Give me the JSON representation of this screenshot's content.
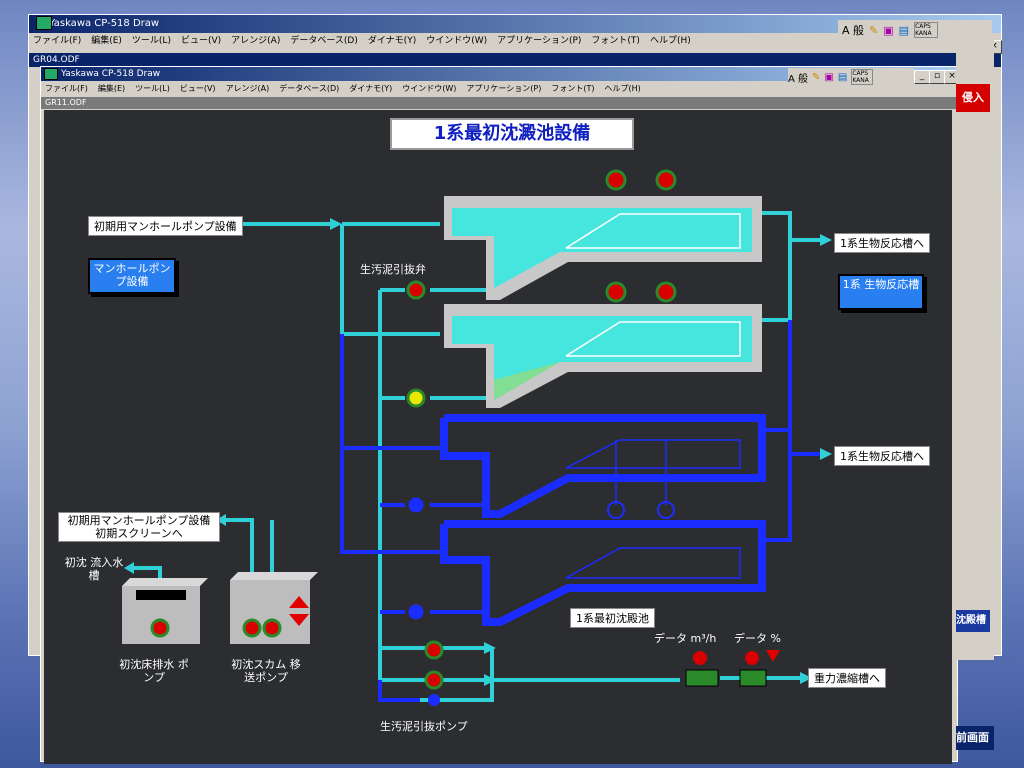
{
  "outer_window": {
    "title": "Yaskawa CP-518 Draw",
    "menu": [
      "ファイル(F)",
      "編集(E)",
      "ツール(L)",
      "ビュー(V)",
      "アレンジ(A)",
      "データベース(D)",
      "ダイナモ(Y)",
      "ウインドウ(W)",
      "アプリケーション(P)",
      "フォント(T)",
      "ヘルプ(H)"
    ],
    "doc_name": "GR04.ODF"
  },
  "inner_window": {
    "title": "Yaskawa CP-518 Draw",
    "menu": [
      "ファイル(F)",
      "編集(E)",
      "ツール(L)",
      "ビュー(V)",
      "アレンジ(A)",
      "データベース(D)",
      "ダイナモ(Y)",
      "ウインドウ(W)",
      "アプリケーション(P)",
      "フォント(T)",
      "ヘルプ(H)"
    ],
    "doc_name": "GR11.ODF"
  },
  "toolbar_text": "A 般",
  "caps_text": "CAPS KANA",
  "screen": {
    "title": "1系最初沈澱池設備",
    "inflow_label": "初期用マンホールポンプ設備",
    "manhole_button": "マンホールポンプ設備",
    "valve_label": "生汚泥引抜弁",
    "to_reactor_1": "1系生物反応槽へ",
    "to_reactor_2": "1系生物反応槽へ",
    "reactor_button": "1系 生物反応槽",
    "screen_dest": "初期用マンホールポンプ設備 初期スクリーンへ",
    "inflow_tank": "初沈 流入水槽",
    "drain_pump": "初沈床排水 ポンプ",
    "scum_pump": "初沈スカム 移送ポンプ",
    "basin_label": "1系最初沈殿池",
    "sludge_pump": "生汚泥引抜ポンプ",
    "data_label_1": "データ m³/h",
    "data_label_2": "データ %",
    "thickener": "重力濃縮槽へ"
  },
  "side": {
    "red_tag": "侵入",
    "label_a": "沈殿槽",
    "label_b": "前画面"
  },
  "colors": {
    "cyan_pipe": "#2fd0d6",
    "blue_pipe": "#1a2cff",
    "basin_fill": "#42e8e0",
    "basin_wall": "#c8c8c8",
    "canvas": "#2b2d31"
  }
}
